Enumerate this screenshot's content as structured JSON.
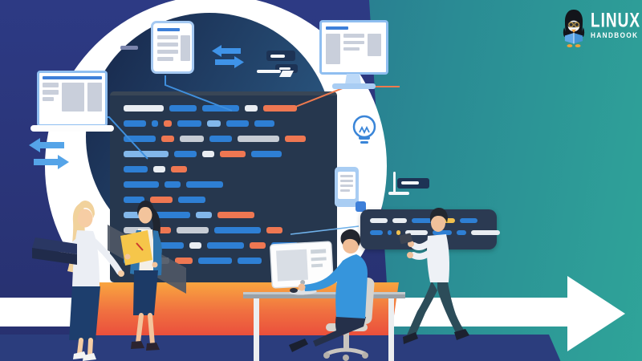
{
  "logo": {
    "line1": "LINUX",
    "line2": "HANDBOOK",
    "icon": "tux-penguin-reading-book-icon",
    "color": "#ffffff"
  },
  "palette": {
    "navy_background": "#2a3579",
    "teal_gradient_start": "#26688a",
    "teal_gradient_end": "#2fa499",
    "ring_white": "#ffffff",
    "inner_disc_start": "#1a2e52",
    "inner_disc_end": "#2c5c86",
    "code_panel": "#26374e",
    "orange_wall_top": "#f9a53f",
    "orange_wall_bottom": "#ea4f3c",
    "floor_navy": "#2b3d7d",
    "arrow_white": "#ffffff",
    "connector_blue": "#3f8fdd",
    "connector_orange": "#ef7a4e"
  },
  "code_colors": {
    "W": "#e9edf2",
    "B": "#2e7fd4",
    "L": "#82b7ea",
    "O": "#ee7752",
    "G": "#c6ccd4",
    "Y": "#f2c14e"
  },
  "code_panel": {
    "rows": [
      [
        "W:50",
        "B:34",
        "B:46",
        "W:16",
        "O:42"
      ],
      [
        "B:28",
        "B:8",
        "O:10",
        "B:30",
        "L:17",
        "B:28",
        "B:25"
      ],
      [
        "B:40",
        "O:16",
        "G:30",
        "B:28",
        "G:52",
        "O:26"
      ],
      [
        "L:56",
        "B:28",
        "W:15",
        "O:32",
        "B:38"
      ],
      [
        "B:30",
        "W:15",
        "O:20"
      ],
      [
        "B:44",
        "B:20",
        "B:46"
      ],
      [
        "B:26",
        "O:28",
        "B:34"
      ],
      [
        "L:30",
        "B:46",
        "L:20",
        "O:46"
      ],
      [
        "G:34",
        "O:18",
        "G:40",
        "B:58",
        "O:20"
      ],
      [
        "L:28",
        "B:40",
        "W:15",
        "B:46",
        "O:20",
        "B:34"
      ],
      [
        "B:34",
        "W:16",
        "O:22",
        "B:42",
        "B:30"
      ]
    ]
  },
  "floating_panel": {
    "rows": [
      [
        "W:22",
        "W:18",
        "B:28",
        "Y:20",
        "B:22"
      ],
      [
        "B:16",
        "B:5",
        "Y:5",
        "W:28",
        "B:24",
        "B:12",
        "W:36"
      ]
    ]
  },
  "icons": [
    "laptop-browser-icon",
    "tablet-document-icon",
    "desktop-monitor-icon",
    "smartphone-icon",
    "lightbulb-idea-icon",
    "transfer-arrows-icon",
    "big-right-arrow-icon",
    "tux-penguin-reading-book-icon"
  ],
  "figures": {
    "left": "two-women-discussing-code",
    "center": "man-working-at-desk",
    "right": "man-reviewing-floating-code"
  }
}
